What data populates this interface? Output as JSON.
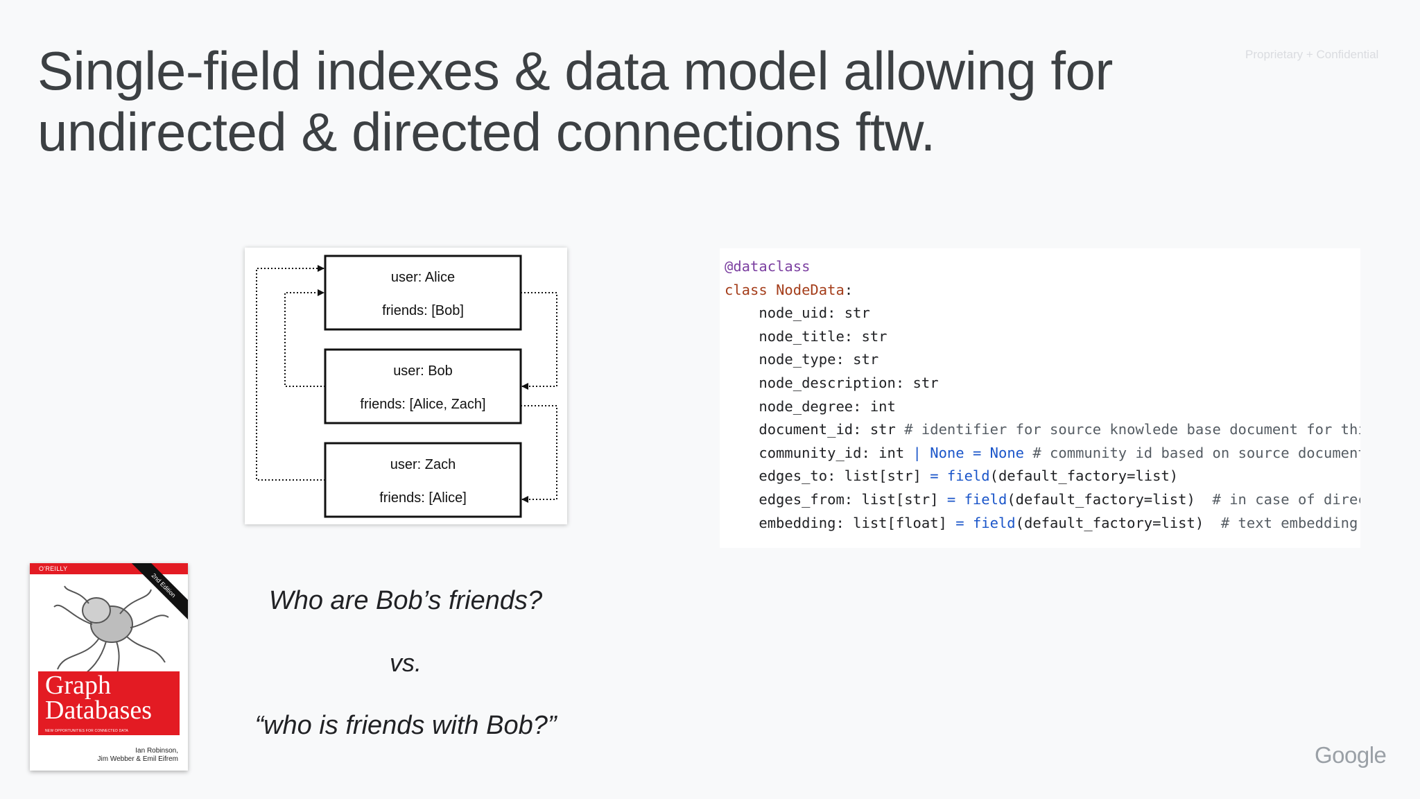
{
  "slide": {
    "title_line1": "Single-field indexes & data model allowing for",
    "title_line2": "undirected & directed connections ftw.",
    "confidential": "Proprietary + Confidential",
    "logo_text": "Google"
  },
  "diagram": {
    "nodes": [
      {
        "user": "user: Alice",
        "friends": "friends: [Bob]"
      },
      {
        "user": "user: Bob",
        "friends": "friends: [Alice, Zach]"
      },
      {
        "user": "user: Zach",
        "friends": "friends: [Alice]"
      }
    ]
  },
  "code": {
    "decorator": "@dataclass",
    "class_kw": "class",
    "class_name": "NodeData",
    "class_colon": ":",
    "lines": [
      {
        "text": "node_uid: str"
      },
      {
        "text": "node_title: str"
      },
      {
        "text": "node_type: str"
      },
      {
        "text": "node_description: str"
      },
      {
        "text": "node_degree: int"
      },
      {
        "text": "document_id: str",
        "comment": "# identifier for source knowlede base document for this"
      },
      {
        "text": "community_id: int",
        "op": "|",
        "none1": "None",
        "eq": "=",
        "none2": "None",
        "comment": "# community id based on source document"
      },
      {
        "text": "edges_to: list[str]",
        "eq": "=",
        "func": "field",
        "args": "(default_factory=list)"
      },
      {
        "text": "edges_from: list[str]",
        "eq": "=",
        "func": "field",
        "args": "(default_factory=list)",
        "comment": "# in case of direct"
      },
      {
        "text": "embedding: list[float]",
        "eq": "=",
        "func": "field",
        "args": "(default_factory=list)",
        "comment": "# text embedding r"
      }
    ]
  },
  "book": {
    "publisher": "O'REILLY",
    "edition": "2nd Edition",
    "title_line1": "Graph",
    "title_line2": "Databases",
    "subtitle": "NEW OPPORTUNITIES FOR CONNECTED DATA",
    "authors_line1": "Ian Robinson,",
    "authors_line2": "Jim Webber & Emil Eifrem"
  },
  "questions": {
    "q1": "Who are Bob’s friends?",
    "vs": "vs.",
    "q2": "“who is friends with Bob?”"
  }
}
